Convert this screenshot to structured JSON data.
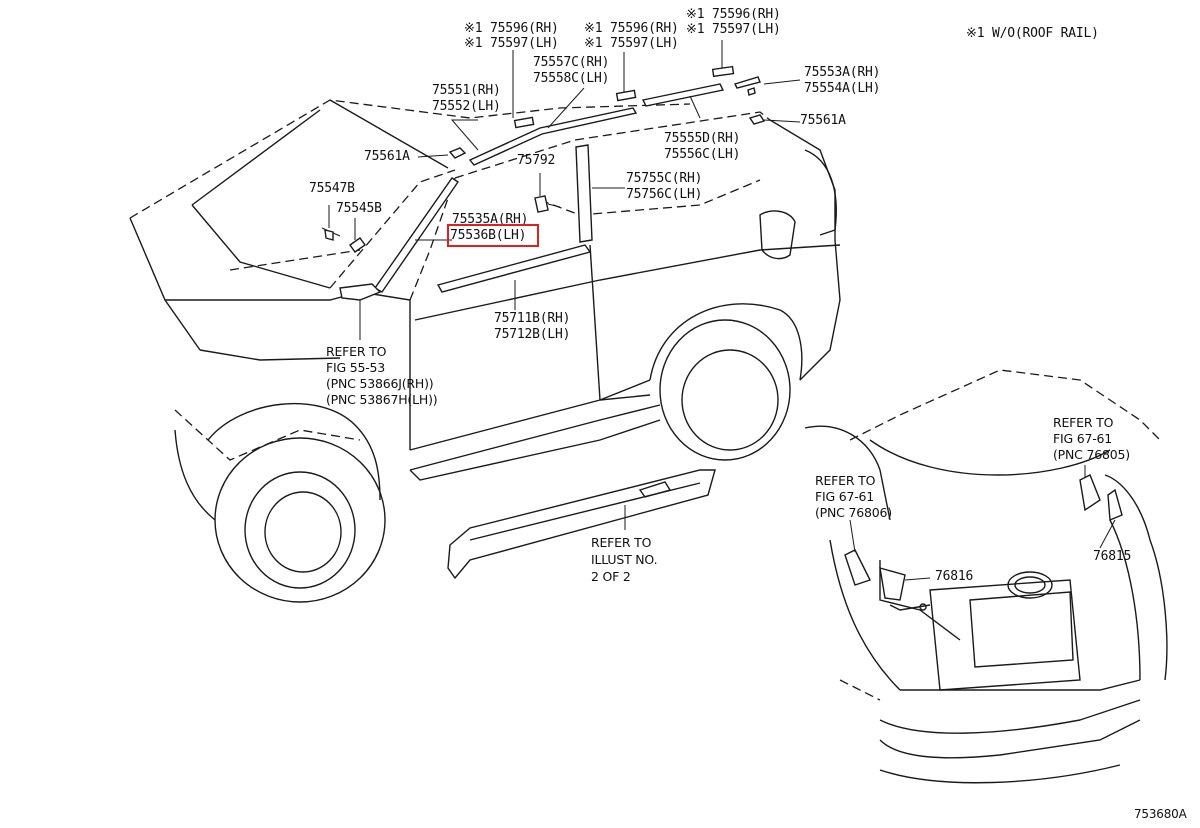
{
  "note": "※1 W/O(ROOF RAIL)",
  "diagram_id": "753680A",
  "labels": {
    "p75596_rh_1": "※1 75596(RH)",
    "p75597_lh_1": "※1 75597(LH)",
    "p75596_rh_2": "※1 75596(RH)",
    "p75597_lh_2": "※1 75597(LH)",
    "p75596_rh_3": "※1 75596(RH)",
    "p75597_lh_3": "※1 75597(LH)",
    "p75557c": "75557C(RH)",
    "p75558c": "75558C(LH)",
    "p75553a": "75553A(RH)",
    "p75554a": "75554A(LH)",
    "p75551": "75551(RH)",
    "p75552": "75552(LH)",
    "p75561a_right": "75561A",
    "p75555d": "75555D(RH)",
    "p75556c": "75556C(LH)",
    "p75561a_left": "75561A",
    "p75792": "75792",
    "p75755c": "75755C(RH)",
    "p75756c": "75756C(LH)",
    "p75547b": "75547B",
    "p75545b": "75545B",
    "p75535a": "75535A(RH)",
    "p75536b": "75536B(LH)",
    "p75711b": "75711B(RH)",
    "p75712b": "75712B(LH)",
    "p76816": "76816",
    "p76815": "76815"
  },
  "refs": {
    "fig55_l1": "REFER TO",
    "fig55_l2": "FIG 55-53",
    "fig55_l3": "(PNC 53866J(RH))",
    "fig55_l4": "(PNC 53867H(LH))",
    "illust_l1": "REFER TO",
    "illust_l2": "ILLUST NO.",
    "illust_l3": "2 OF 2",
    "fig67a_l1": "REFER TO",
    "fig67a_l2": "FIG 67-61",
    "fig67a_l3": "(PNC 76805)",
    "fig67b_l1": "REFER TO",
    "fig67b_l2": "FIG 67-61",
    "fig67b_l3": "(PNC 76806)"
  },
  "highlight_color": "#e0201f"
}
